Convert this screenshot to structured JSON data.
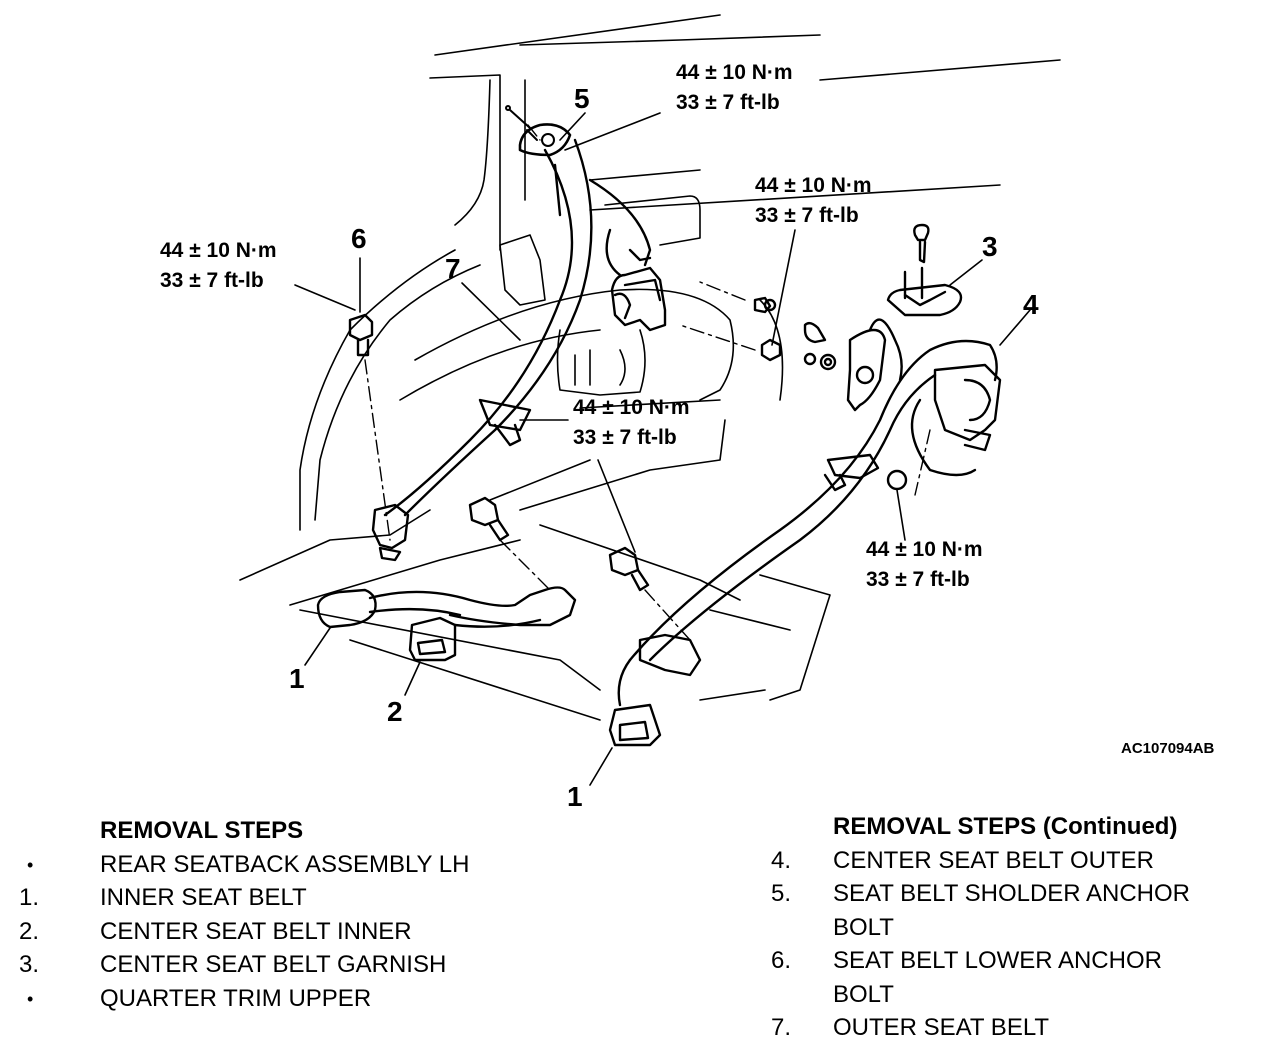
{
  "figure_id": "AC107094AB",
  "torque_callouts": [
    {
      "nm": "44 ± 10 N·m",
      "ftlb": "33 ± 7 ft-lb"
    },
    {
      "nm": "44 ± 10 N·m",
      "ftlb": "33 ± 7 ft-lb"
    },
    {
      "nm": "44 ± 10 N·m",
      "ftlb": "33 ± 7 ft-lb"
    },
    {
      "nm": "44 ± 10 N·m",
      "ftlb": "33 ± 7 ft-lb"
    },
    {
      "nm": "44 ± 10 N·m",
      "ftlb": "33 ± 7 ft-lb"
    }
  ],
  "part_numbers": [
    "5",
    "6",
    "7",
    "3",
    "4",
    "1",
    "2",
    "1"
  ],
  "removal_steps_left": {
    "heading": "REMOVAL STEPS",
    "items": [
      {
        "marker": "•",
        "label": "REAR SEATBACK ASSEMBLY LH"
      },
      {
        "marker": "1.",
        "label": "INNER SEAT BELT"
      },
      {
        "marker": "2.",
        "label": "CENTER SEAT BELT INNER"
      },
      {
        "marker": "3.",
        "label": "CENTER SEAT BELT GARNISH"
      },
      {
        "marker": "•",
        "label": "QUARTER TRIM UPPER"
      }
    ]
  },
  "removal_steps_right": {
    "heading": "REMOVAL STEPS (Continued)",
    "items": [
      {
        "marker": "4.",
        "label": "CENTER SEAT BELT OUTER"
      },
      {
        "marker": "5.",
        "label": "SEAT BELT SHOLDER ANCHOR",
        "label_cont": "BOLT"
      },
      {
        "marker": "6.",
        "label": "SEAT BELT LOWER ANCHOR",
        "label_cont": "BOLT"
      },
      {
        "marker": "7.",
        "label": "OUTER SEAT BELT"
      }
    ]
  }
}
